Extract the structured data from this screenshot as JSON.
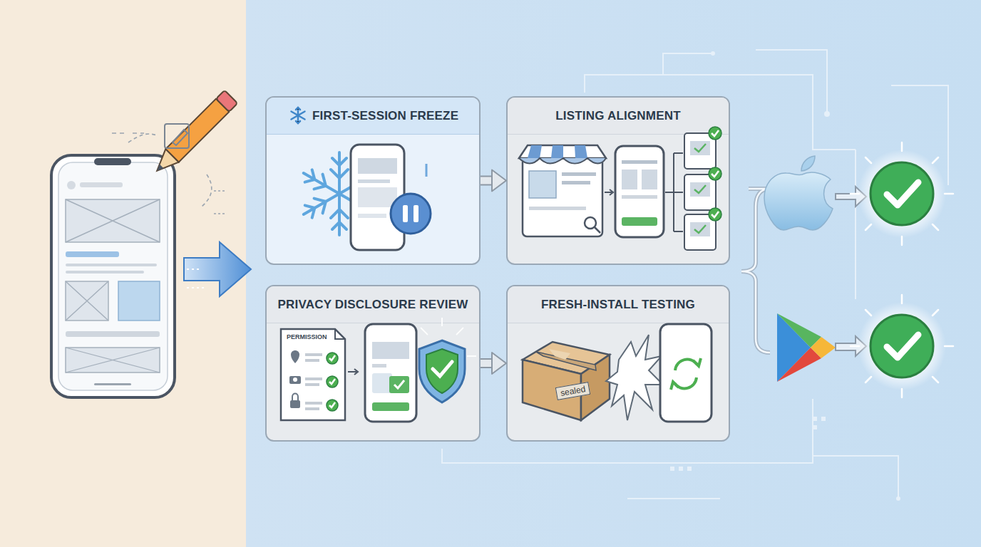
{
  "diagram": {
    "nodes": [
      {
        "text": [
          "FIRST-SESSION FREEZE"
        ]
      },
      {
        "text": [
          "LISTING ALIGNMENT"
        ]
      },
      {
        "text": [
          "PRIVACY DISCLOSURE REVIEW"
        ]
      },
      {
        "text": [
          "FRESH-INSTALL TESTING"
        ]
      }
    ],
    "edges": [
      {
        "from": 0,
        "to": 1,
        "arrow": "to"
      },
      {
        "from": 2,
        "to": 3,
        "arrow": "to"
      }
    ],
    "labels": [
      "PERMISSION",
      "sealed"
    ]
  }
}
